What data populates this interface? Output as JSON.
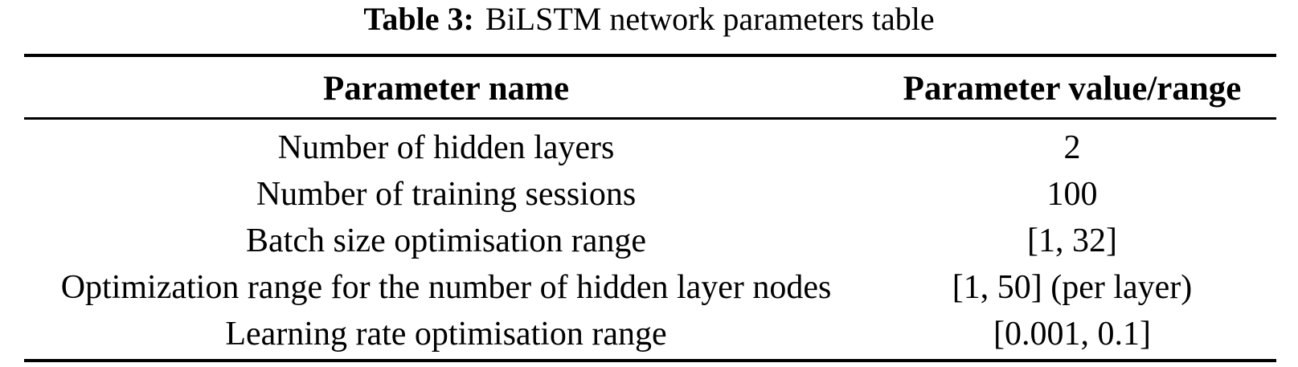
{
  "caption": {
    "label": "Table 3:",
    "text": "BiLSTM network parameters table"
  },
  "table": {
    "columns": [
      "Parameter name",
      "Parameter value/range"
    ],
    "rows": [
      {
        "name": "Number of hidden layers",
        "value": "2"
      },
      {
        "name": "Number of training sessions",
        "value": "100"
      },
      {
        "name": "Batch size optimisation range",
        "value": "[1, 32]"
      },
      {
        "name": "Optimization range for the number of hidden layer nodes",
        "value": "[1, 50] (per layer)"
      },
      {
        "name": "Learning rate optimisation range",
        "value": "[0.001, 0.1]"
      }
    ]
  },
  "colors": {
    "background": "#ffffff",
    "text": "#000000",
    "rule": "#000000"
  }
}
